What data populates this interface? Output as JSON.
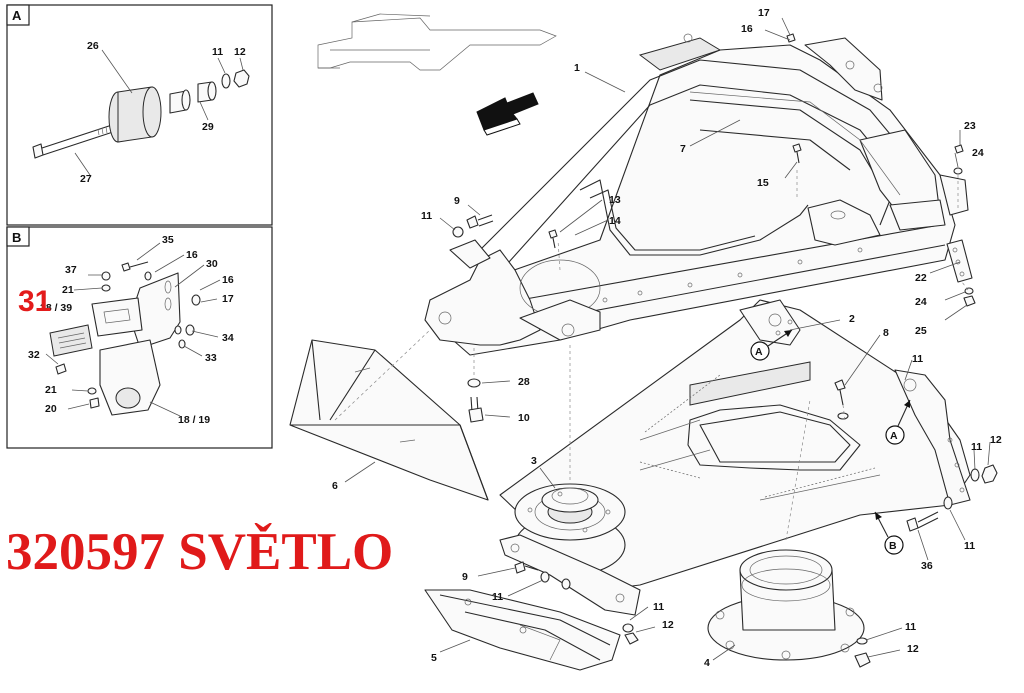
{
  "panels": {
    "a_label": "A",
    "b_label": "B"
  },
  "detail_marks": {
    "a": "A",
    "b": "B"
  },
  "panel_a_callouts": {
    "p26": "26",
    "p11": "11",
    "p12": "12",
    "p29": "29",
    "p27": "27"
  },
  "panel_b_callouts": {
    "p35": "35",
    "p16a": "16",
    "p30": "30",
    "p37": "37",
    "p16b": "16",
    "p21a": "21",
    "p17": "17",
    "p38_39": "38 / 39",
    "p34": "34",
    "p33": "33",
    "p32": "32",
    "p21b": "21",
    "p20": "20",
    "p18_19": "18 / 19"
  },
  "highlight_number": "31",
  "main_callouts": {
    "p17": "17",
    "p16": "16",
    "p1": "1",
    "p7": "7",
    "p23": "23",
    "p24a": "24",
    "p15": "15",
    "p9a": "9",
    "p13": "13",
    "p11a": "11",
    "p14": "14",
    "p22": "22",
    "p24b": "24",
    "p25": "25",
    "p2": "2",
    "p8": "8",
    "p11b": "11",
    "p28": "28",
    "p10": "10",
    "p6": "6",
    "p3": "3",
    "p11c": "11",
    "p12a": "12",
    "p11d": "11",
    "p36": "36",
    "p9b": "9",
    "p11e": "11",
    "p11f": "11",
    "p12b": "12",
    "p5": "5",
    "p4": "4",
    "p11g": "11",
    "p12c": "12"
  },
  "stamp_text": "320597 SVĚTLO"
}
